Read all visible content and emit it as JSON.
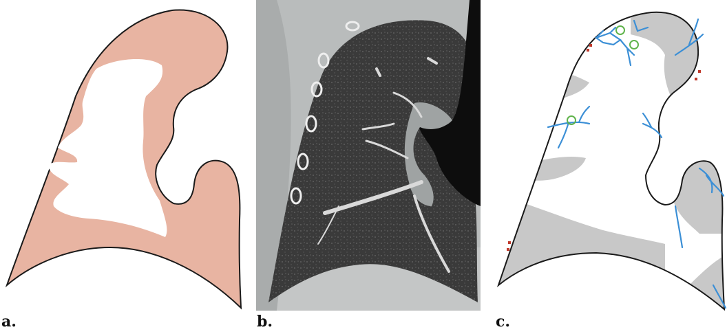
{
  "panels": [
    {
      "label": "a."
    },
    {
      "label": "b."
    },
    {
      "label": "c."
    }
  ],
  "colors": {
    "outline": "#1a1a1a",
    "panel_a_fill": "#e8b4a2",
    "panel_a_core": "#ffffff",
    "panel_c_base": "#ffffff",
    "panel_c_shaded": "#c8c8c8",
    "vessel_blue": "#3b8fd6",
    "nodule_green": "#5fb34b",
    "spot_red": "#c0392b",
    "ct_background": "#b9bcbc",
    "ct_lung": "#3a3a3a",
    "ct_airway": "#0d0d0d"
  }
}
